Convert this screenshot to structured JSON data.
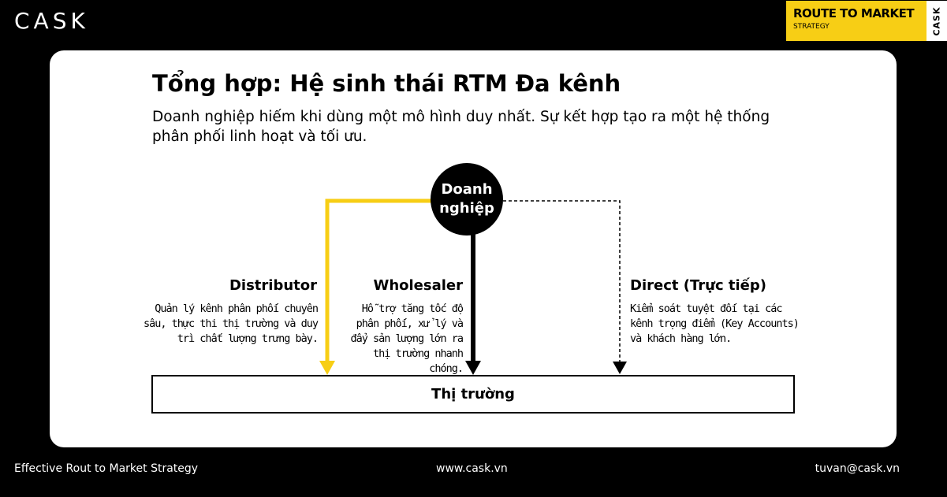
{
  "header": {
    "logo": "CASK",
    "badge_title": "ROUTE TO MARKET",
    "badge_subtitle": "STRATEGY",
    "badge_side": "CASK"
  },
  "slide": {
    "title": "Tổng hợp: Hệ sinh thái RTM Đa kênh",
    "subtitle": "Doanh nghiệp hiếm khi dùng một mô hình duy nhất. Sự kết hợp tạo ra một hệ thống phân phối linh hoạt và tối ưu."
  },
  "diagram": {
    "center_node": "Doanh nghiệp",
    "market": "Thị trường",
    "channels": [
      {
        "name": "Distributor",
        "description": "Quản lý kênh phân phối chuyên sâu, thực thi thị trường và duy trì chất lượng trưng bày.",
        "line_style": "solid",
        "color": "#f7ce15"
      },
      {
        "name": "Wholesaler",
        "description": "Hỗ trợ tăng tốc độ phân phối, xử lý và đẩy sản lượng lớn ra thị trường nhanh chóng.",
        "line_style": "solid",
        "color": "#000000"
      },
      {
        "name": "Direct (Trực tiếp)",
        "description": "Kiểm soát tuyệt đối tại các kênh trọng điểm (Key Accounts) và khách hàng lớn.",
        "line_style": "dashed",
        "color": "#000000"
      }
    ]
  },
  "footer": {
    "left": "Effective Rout to Market Strategy",
    "center": "www.cask.vn",
    "right": "tuvan@cask.vn"
  },
  "colors": {
    "background": "#000000",
    "card": "#ffffff",
    "accent": "#f7ce15"
  }
}
